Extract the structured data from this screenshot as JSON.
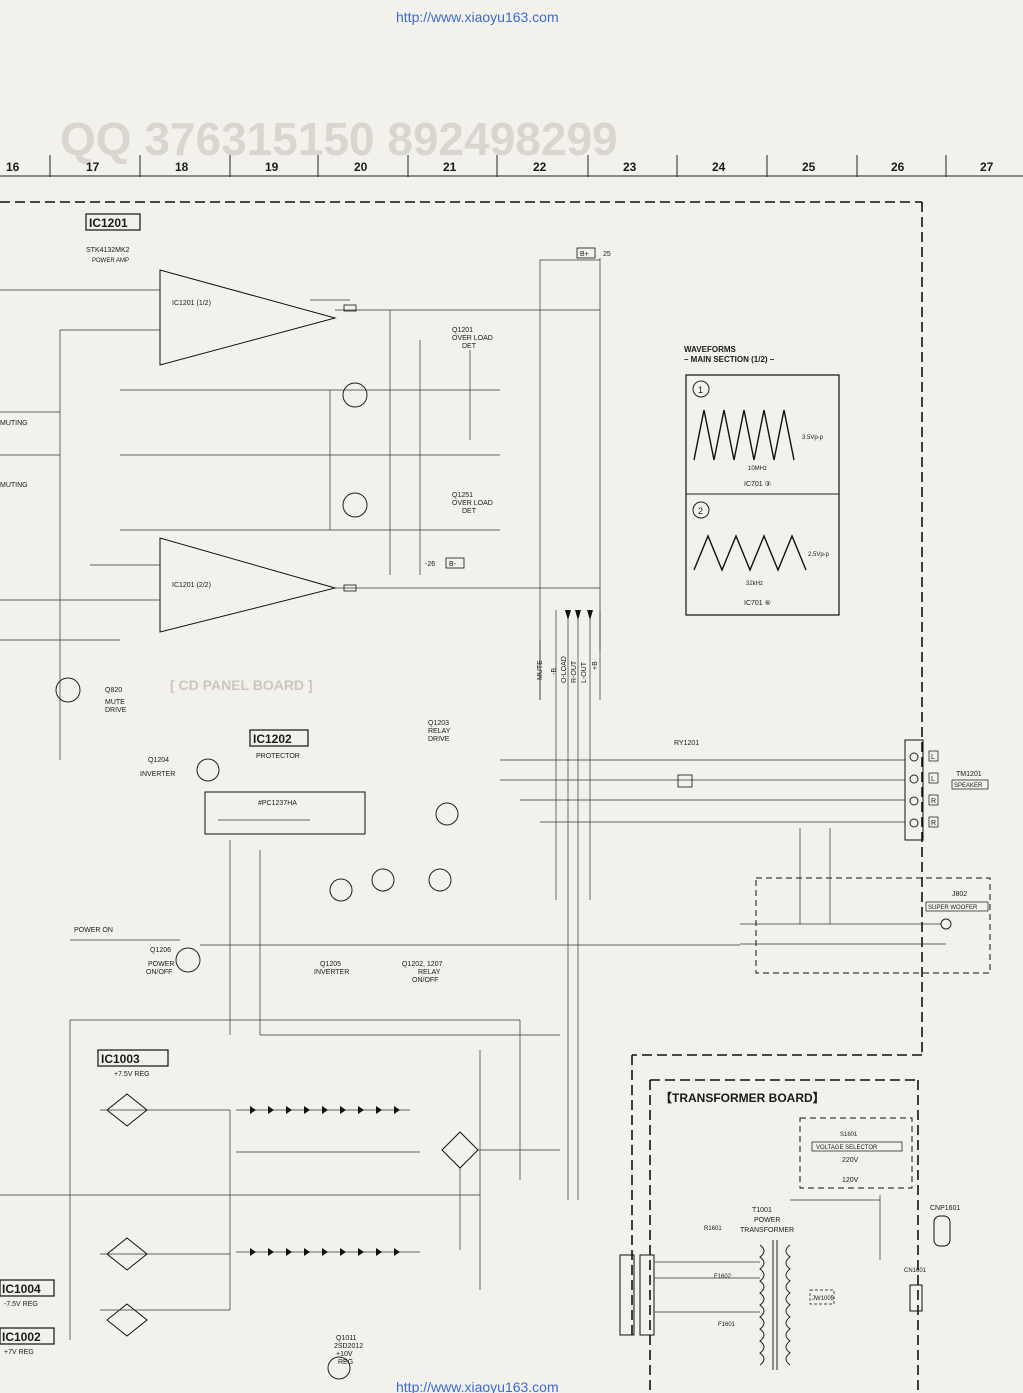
{
  "watermarks": {
    "url_top": "http://www.xiaoyu163.com",
    "url_bottom": "http://www.xiaoyu163.com",
    "qq": "QQ 376315150  892498299"
  },
  "grid_columns": [
    "16",
    "17",
    "18",
    "19",
    "20",
    "21",
    "22",
    "23",
    "24",
    "25",
    "26",
    "27"
  ],
  "ic1201": {
    "ref": "IC1201",
    "part": "STK4132MK2",
    "desc": "POWER AMP",
    "half1": "IC1201 (1/2)",
    "half2": "IC1201 (2/2)"
  },
  "ic1202": {
    "ref": "IC1202",
    "desc": "PROTECTOR",
    "part": "#PC1237HA"
  },
  "ic1003": {
    "ref": "IC1003",
    "desc": "+7.5V REG"
  },
  "ic1004": {
    "ref": "IC1004",
    "desc": "-7.5V REG"
  },
  "ic1002": {
    "ref": "IC1002",
    "desc": "+7V REG"
  },
  "q1201": {
    "label1": "Q1201",
    "label2": "OVER LOAD",
    "label3": "DET"
  },
  "q1251": {
    "label1": "Q1251",
    "label2": "OVER LOAD",
    "label3": "DET"
  },
  "q1203": {
    "label1": "Q1203",
    "label2": "RELAY",
    "label3": "DRIVE"
  },
  "q1204": {
    "label1": "Q1204",
    "label2": "INVERTER"
  },
  "q1205": {
    "label1": "Q1205",
    "label2": "INVERTER"
  },
  "q1206": {
    "label1": "Q1206",
    "label2": "POWER",
    "label3": "ON/OFF"
  },
  "q820": {
    "label1": "Q820",
    "label2": "MUTE",
    "label3": "DRIVE"
  },
  "q1202_1207": {
    "label1": "Q1202, 1207",
    "label2": "RELAY",
    "label3": "ON/OFF"
  },
  "power_on": "POWER ON",
  "muting1": "MUTING",
  "muting2": "MUTING",
  "signal_lines": [
    "MUTE",
    "-B",
    "O-LOAD",
    "R-OUT",
    "L-OUT",
    "+B"
  ],
  "ry1201": "RY1201",
  "speaker": {
    "ref": "TM1201",
    "name": "SPEAKER",
    "terms": [
      "L",
      "L",
      "R",
      "R"
    ]
  },
  "woofer": {
    "ref": "J802",
    "name": "SUPER WOOFER"
  },
  "waveforms": {
    "title1": "WAVEFORMS",
    "title2": "– MAIN SECTION (1/2) –",
    "w1": {
      "num": "1",
      "amp": "3.5Vp-p",
      "freq": "10MHz",
      "ref": "IC701 ③"
    },
    "w2": {
      "num": "2",
      "amp": "2.5Vp-p",
      "freq": "32kHz",
      "ref": "IC701 ⑥"
    }
  },
  "transformer_board": "【TRANSFORMER BOARD】",
  "t1001": {
    "ref": "T1001",
    "l2": "POWER",
    "l3": "TRANSFORMER"
  },
  "voltage_selector": {
    "ref": "S1601",
    "name": "VOLTAGE SELECTOR",
    "v1": "220V",
    "v2": "120V"
  },
  "cnp1601": "CNP1601",
  "cn1601": "CN1601",
  "jw1005": "JW1005",
  "f1601": "F1601",
  "f1602": "F1602",
  "r1601": "R1601",
  "rails": {
    "bplus": "B+",
    "bminus": "B-",
    "v25": "25",
    "vm26": "-26"
  },
  "reg_10v": {
    "ref": "Q1011",
    "part": "2SD2012",
    "v": "+10V",
    "desc": "REG"
  },
  "cd_panel": "[ CD PANEL BOARD ]",
  "colors": {
    "paper": "#f3f1ec",
    "ink": "#1a1a1a",
    "watermark": "#d9d6cf",
    "link": "#3a6bd0"
  }
}
